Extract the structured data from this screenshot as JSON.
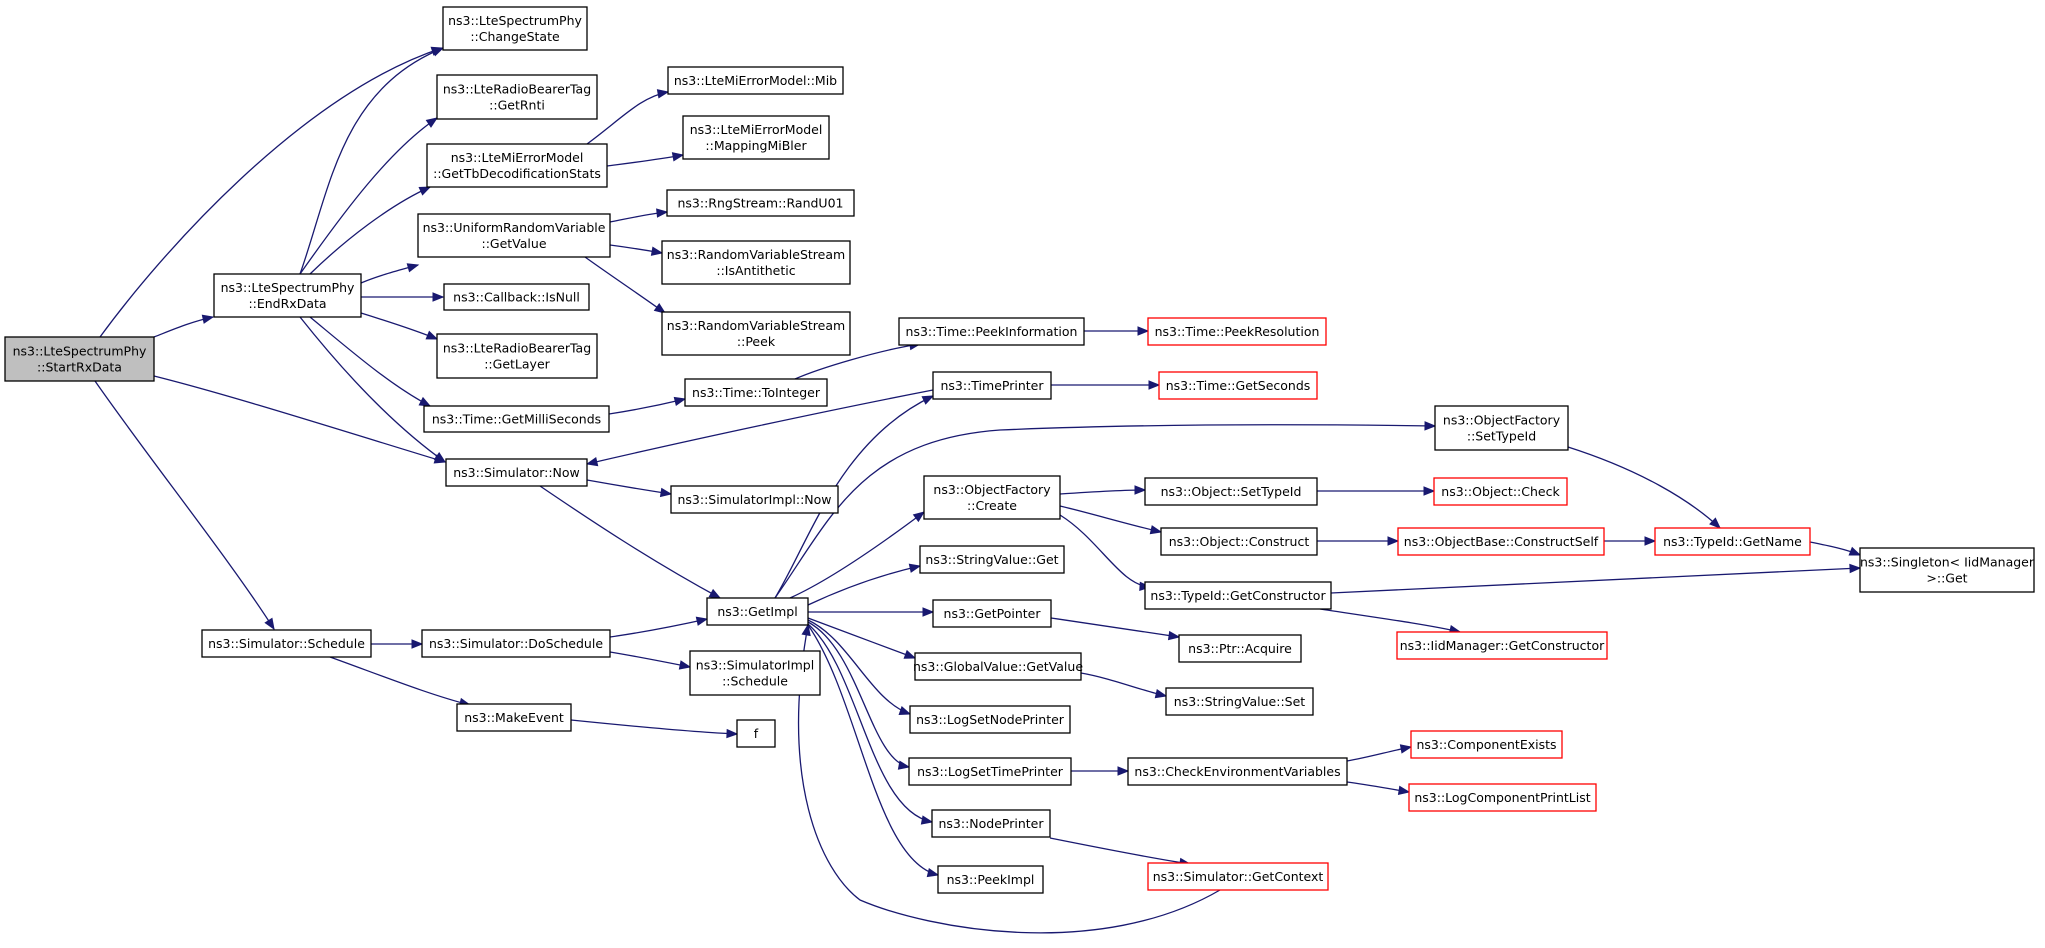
{
  "colors": {
    "edge": "#191970",
    "highlight_border": "#ff0000",
    "root_fill": "#bfbfbf",
    "node_fill": "#ffffff",
    "node_border": "#000000"
  },
  "nodes": {
    "start_rx_data": {
      "lines": [
        "ns3::LteSpectrumPhy",
        "::StartRxData"
      ],
      "style": "root"
    },
    "change_state": {
      "lines": [
        "ns3::LteSpectrumPhy",
        "::ChangeState"
      ],
      "style": "normal"
    },
    "end_rx_data": {
      "lines": [
        "ns3::LteSpectrumPhy",
        "::EndRxData"
      ],
      "style": "normal"
    },
    "get_rnti": {
      "lines": [
        "ns3::LteRadioBearerTag",
        "::GetRnti"
      ],
      "style": "normal"
    },
    "get_tb_decod": {
      "lines": [
        "ns3::LteMiErrorModel",
        "::GetTbDecodificationStats"
      ],
      "style": "normal"
    },
    "mib": {
      "lines": [
        "ns3::LteMiErrorModel::Mib"
      ],
      "style": "normal"
    },
    "mapping_mi_bler": {
      "lines": [
        "ns3::LteMiErrorModel",
        "::MappingMiBler"
      ],
      "style": "normal"
    },
    "urv_get_value": {
      "lines": [
        "ns3::UniformRandomVariable",
        "::GetValue"
      ],
      "style": "normal"
    },
    "rand_u01": {
      "lines": [
        "ns3::RngStream::RandU01"
      ],
      "style": "normal"
    },
    "is_antithetic": {
      "lines": [
        "ns3::RandomVariableStream",
        "::IsAntithetic"
      ],
      "style": "normal"
    },
    "rvs_peek": {
      "lines": [
        "ns3::RandomVariableStream",
        "::Peek"
      ],
      "style": "normal"
    },
    "callback_is_null": {
      "lines": [
        "ns3::Callback::IsNull"
      ],
      "style": "normal"
    },
    "get_layer": {
      "lines": [
        "ns3::LteRadioBearerTag",
        "::GetLayer"
      ],
      "style": "normal"
    },
    "get_milli_seconds": {
      "lines": [
        "ns3::Time::GetMilliSeconds"
      ],
      "style": "normal"
    },
    "to_integer": {
      "lines": [
        "ns3::Time::ToInteger"
      ],
      "style": "normal"
    },
    "peek_information": {
      "lines": [
        "ns3::Time::PeekInformation"
      ],
      "style": "normal"
    },
    "peek_resolution": {
      "lines": [
        "ns3::Time::PeekResolution"
      ],
      "style": "red"
    },
    "time_printer": {
      "lines": [
        "ns3::TimePrinter"
      ],
      "style": "normal"
    },
    "get_seconds": {
      "lines": [
        "ns3::Time::GetSeconds"
      ],
      "style": "red"
    },
    "simulator_now": {
      "lines": [
        "ns3::Simulator::Now"
      ],
      "style": "normal"
    },
    "simulator_impl_now": {
      "lines": [
        "ns3::SimulatorImpl::Now"
      ],
      "style": "normal"
    },
    "of_set_type_id": {
      "lines": [
        "ns3::ObjectFactory",
        "::SetTypeId"
      ],
      "style": "normal"
    },
    "of_create": {
      "lines": [
        "ns3::ObjectFactory",
        "::Create"
      ],
      "style": "normal"
    },
    "object_set_type_id": {
      "lines": [
        "ns3::Object::SetTypeId"
      ],
      "style": "normal"
    },
    "object_check": {
      "lines": [
        "ns3::Object::Check"
      ],
      "style": "red"
    },
    "object_construct": {
      "lines": [
        "ns3::Object::Construct"
      ],
      "style": "normal"
    },
    "construct_self": {
      "lines": [
        "ns3::ObjectBase::ConstructSelf"
      ],
      "style": "red"
    },
    "type_id_get_name": {
      "lines": [
        "ns3::TypeId::GetName"
      ],
      "style": "red"
    },
    "singleton_get": {
      "lines": [
        "ns3::Singleton< IidManager",
        ">::Get"
      ],
      "style": "normal"
    },
    "string_value_get": {
      "lines": [
        "ns3::StringValue::Get"
      ],
      "style": "normal"
    },
    "get_constructor": {
      "lines": [
        "ns3::TypeId::GetConstructor"
      ],
      "style": "normal"
    },
    "iid_get_constructor": {
      "lines": [
        "ns3::IidManager::GetConstructor"
      ],
      "style": "red"
    },
    "get_impl": {
      "lines": [
        "ns3::GetImpl"
      ],
      "style": "normal"
    },
    "get_pointer": {
      "lines": [
        "ns3::GetPointer"
      ],
      "style": "normal"
    },
    "ptr_acquire": {
      "lines": [
        "ns3::Ptr::Acquire"
      ],
      "style": "normal"
    },
    "simulator_schedule": {
      "lines": [
        "ns3::Simulator::Schedule"
      ],
      "style": "normal"
    },
    "do_schedule": {
      "lines": [
        "ns3::Simulator::DoSchedule"
      ],
      "style": "normal"
    },
    "global_value_get": {
      "lines": [
        "ns3::GlobalValue::GetValue"
      ],
      "style": "normal"
    },
    "impl_schedule": {
      "lines": [
        "ns3::SimulatorImpl",
        "::Schedule"
      ],
      "style": "normal"
    },
    "string_value_set": {
      "lines": [
        "ns3::StringValue::Set"
      ],
      "style": "normal"
    },
    "log_set_node_printer": {
      "lines": [
        "ns3::LogSetNodePrinter"
      ],
      "style": "normal"
    },
    "make_event": {
      "lines": [
        "ns3::MakeEvent"
      ],
      "style": "normal"
    },
    "f": {
      "lines": [
        "f"
      ],
      "style": "normal"
    },
    "component_exists": {
      "lines": [
        "ns3::ComponentExists"
      ],
      "style": "red"
    },
    "log_set_time_printer": {
      "lines": [
        "ns3::LogSetTimePrinter"
      ],
      "style": "normal"
    },
    "check_env_vars": {
      "lines": [
        "ns3::CheckEnvironmentVariables"
      ],
      "style": "normal"
    },
    "log_component_list": {
      "lines": [
        "ns3::LogComponentPrintList"
      ],
      "style": "red"
    },
    "node_printer": {
      "lines": [
        "ns3::NodePrinter"
      ],
      "style": "normal"
    },
    "get_context": {
      "lines": [
        "ns3::Simulator::GetContext"
      ],
      "style": "red"
    },
    "peek_impl": {
      "lines": [
        "ns3::PeekImpl"
      ],
      "style": "normal"
    }
  },
  "edges": [
    [
      "start_rx_data",
      "change_state"
    ],
    [
      "start_rx_data",
      "end_rx_data"
    ],
    [
      "start_rx_data",
      "simulator_now"
    ],
    [
      "start_rx_data",
      "simulator_schedule"
    ],
    [
      "end_rx_data",
      "change_state"
    ],
    [
      "end_rx_data",
      "get_rnti"
    ],
    [
      "end_rx_data",
      "get_tb_decod"
    ],
    [
      "end_rx_data",
      "urv_get_value"
    ],
    [
      "end_rx_data",
      "callback_is_null"
    ],
    [
      "end_rx_data",
      "get_layer"
    ],
    [
      "end_rx_data",
      "get_milli_seconds"
    ],
    [
      "end_rx_data",
      "simulator_now"
    ],
    [
      "get_tb_decod",
      "mib"
    ],
    [
      "get_tb_decod",
      "mapping_mi_bler"
    ],
    [
      "urv_get_value",
      "rand_u01"
    ],
    [
      "urv_get_value",
      "is_antithetic"
    ],
    [
      "urv_get_value",
      "rvs_peek"
    ],
    [
      "get_milli_seconds",
      "to_integer"
    ],
    [
      "to_integer",
      "peek_information"
    ],
    [
      "peek_information",
      "peek_resolution"
    ],
    [
      "time_printer",
      "get_seconds"
    ],
    [
      "time_printer",
      "simulator_now"
    ],
    [
      "simulator_now",
      "simulator_impl_now"
    ],
    [
      "simulator_now",
      "get_impl"
    ],
    [
      "get_impl",
      "time_printer"
    ],
    [
      "get_impl",
      "of_set_type_id"
    ],
    [
      "get_impl",
      "of_create"
    ],
    [
      "get_impl",
      "string_value_get"
    ],
    [
      "get_impl",
      "get_pointer"
    ],
    [
      "get_impl",
      "global_value_get"
    ],
    [
      "get_impl",
      "log_set_node_printer"
    ],
    [
      "get_impl",
      "log_set_time_printer"
    ],
    [
      "get_impl",
      "node_printer"
    ],
    [
      "get_impl",
      "peek_impl"
    ],
    [
      "get_context",
      "get_impl"
    ],
    [
      "of_create",
      "object_set_type_id"
    ],
    [
      "of_create",
      "object_construct"
    ],
    [
      "of_create",
      "get_constructor"
    ],
    [
      "object_set_type_id",
      "object_check"
    ],
    [
      "object_construct",
      "construct_self"
    ],
    [
      "construct_self",
      "type_id_get_name"
    ],
    [
      "of_set_type_id",
      "type_id_get_name"
    ],
    [
      "type_id_get_name",
      "singleton_get"
    ],
    [
      "get_constructor",
      "singleton_get"
    ],
    [
      "get_constructor",
      "iid_get_constructor"
    ],
    [
      "get_pointer",
      "ptr_acquire"
    ],
    [
      "global_value_get",
      "string_value_set"
    ],
    [
      "log_set_time_printer",
      "check_env_vars"
    ],
    [
      "check_env_vars",
      "component_exists"
    ],
    [
      "check_env_vars",
      "log_component_list"
    ],
    [
      "node_printer",
      "get_context"
    ],
    [
      "simulator_schedule",
      "do_schedule"
    ],
    [
      "simulator_schedule",
      "make_event"
    ],
    [
      "do_schedule",
      "get_impl"
    ],
    [
      "do_schedule",
      "impl_schedule"
    ],
    [
      "make_event",
      "f"
    ]
  ]
}
